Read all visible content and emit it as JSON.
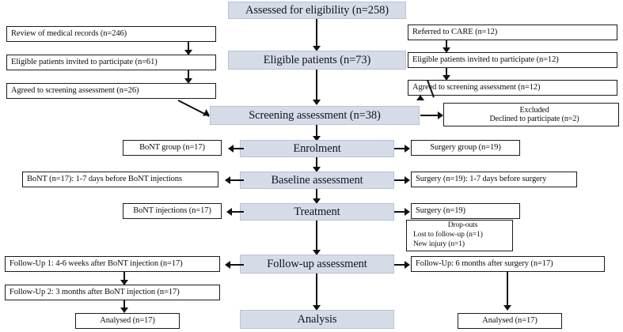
{
  "diagram": {
    "title": "CONSORT-style participant flow diagram",
    "colors": {
      "shaded_fill": "#d6dce7",
      "shaded_border": "#b9c2d0",
      "plain_fill": "#ffffff",
      "plain_border": "#1b1b1b",
      "arrow": "#111111",
      "page_background": "#ffffff"
    },
    "spine": {
      "assessed": "Assessed for eligibility (n=258)",
      "eligible": "Eligible patients (n=73)",
      "screening": "Screening assessment  (n=38)",
      "enrolment": "Enrolment",
      "baseline": "Baseline assessment",
      "treatment": "Treatment",
      "followup": "Follow-up assessment",
      "analysis": "Analysis"
    },
    "left_recruitment": [
      "Review of medical records (n=246)",
      "Eligible patients invited to participate (n=61)",
      "Agreed to screening assessment (n=26)"
    ],
    "right_recruitment": [
      "Referred to CARE (n=12)",
      "Eligible patients invited to participate (n=12)",
      "Agreed to screening assessment (n=12)"
    ],
    "excluded": {
      "title": "Excluded",
      "line1": "Declined to participate (n=2)"
    },
    "left_arm": {
      "group": "BoNT group (n=17)",
      "baseline": "BoNT (n=17): 1-7 days before BoNT injections",
      "treatment": "BoNT injections (n=17)",
      "followup1": "Follow-Up 1: 4-6 weeks after BoNT injection (n=17)",
      "followup2": "Follow-Up 2: 3 months after BoNT injection (n=17)",
      "analysed": "Analysed (n=17)"
    },
    "right_arm": {
      "group": "Surgery group (n=19)",
      "baseline": "Surgery (n=19): 1-7 days before surgery",
      "treatment": "Surgery (n=19)",
      "followup": "Follow-Up: 6 months after surgery (n=17)",
      "analysed": "Analysed (n=17)"
    },
    "dropouts": {
      "title": "Drop-outs",
      "line1": "Lost to follow-up (n=1)",
      "line2": "New injury (n=1)"
    }
  }
}
